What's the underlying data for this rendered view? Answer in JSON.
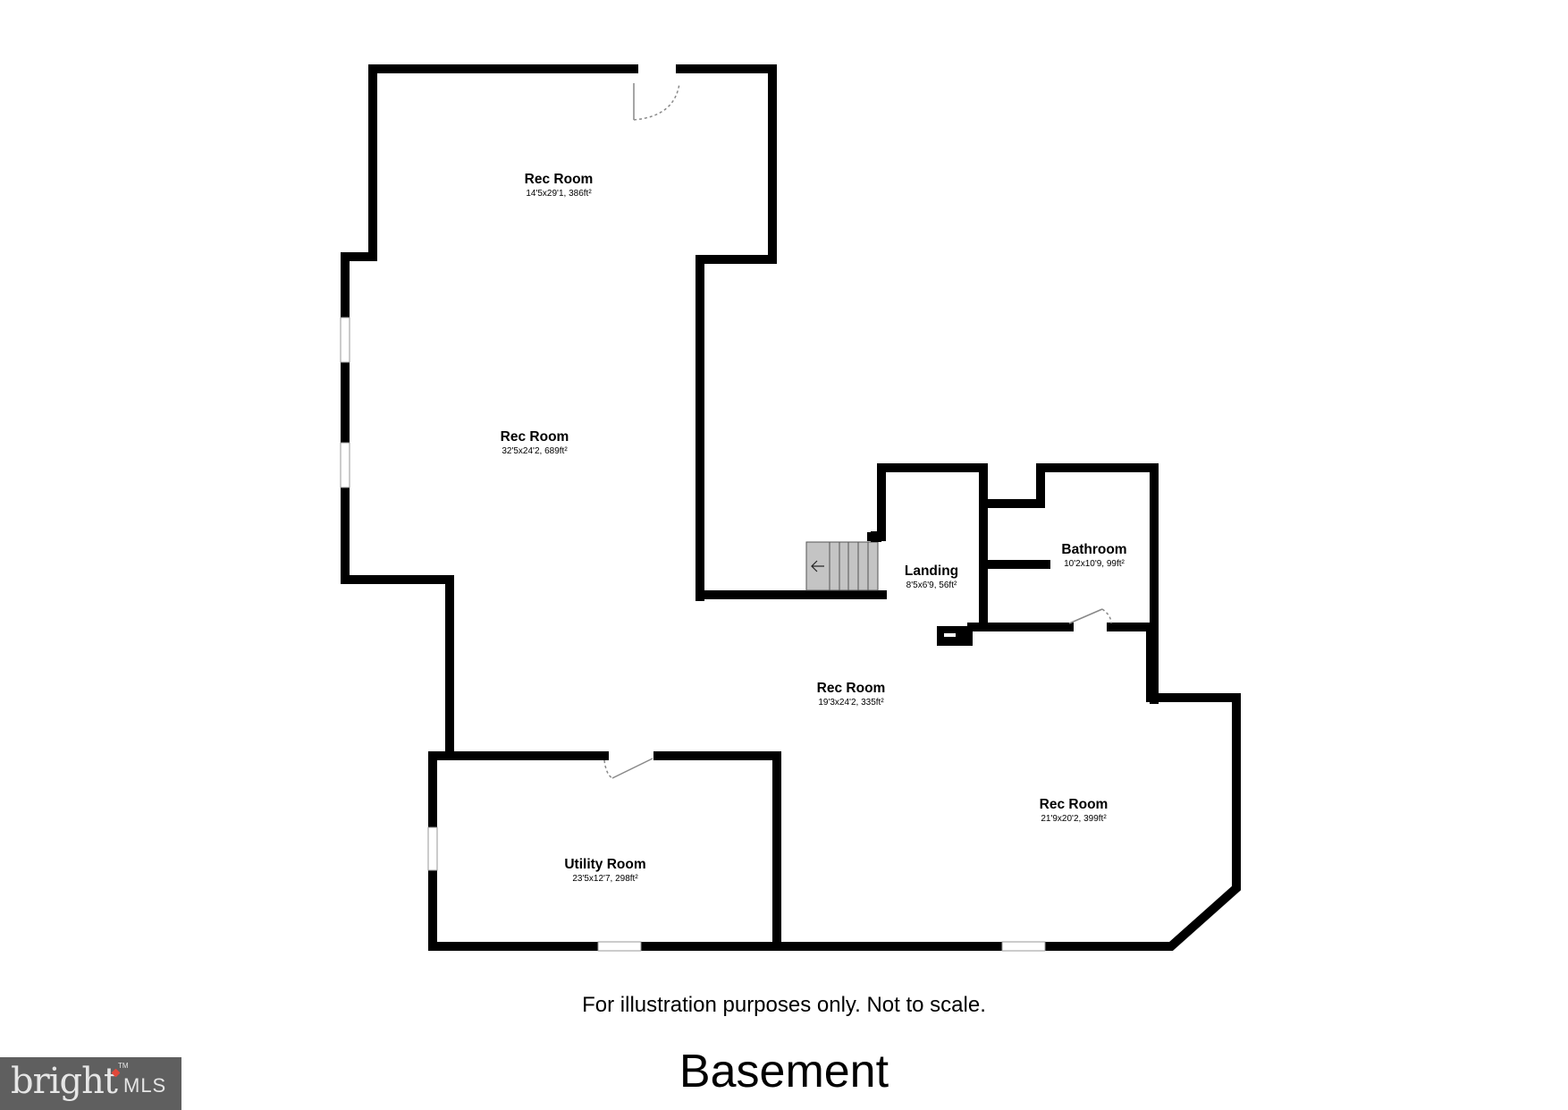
{
  "floor": {
    "title": "Basement",
    "disclaimer": "For illustration purposes only. Not to scale."
  },
  "rooms": [
    {
      "name": "Rec Room",
      "dims": "14'5x29'1, 386ft²"
    },
    {
      "name": "Rec Room",
      "dims": "32'5x24'2, 689ft²"
    },
    {
      "name": "Landing",
      "dims": "8'5x6'9, 56ft²"
    },
    {
      "name": "Bathroom",
      "dims": "10'2x10'9, 99ft²"
    },
    {
      "name": "Rec Room",
      "dims": "19'3x24'2, 335ft²"
    },
    {
      "name": "Rec Room",
      "dims": "21'9x20'2, 399ft²"
    },
    {
      "name": "Utility Room",
      "dims": "23'5x12'7, 298ft²"
    }
  ],
  "stairs": {
    "direction_icon": "arrow-left-icon"
  },
  "logo": {
    "brand": "bright",
    "suffix": "MLS",
    "tm": "TM"
  },
  "colors": {
    "wall": "#000000",
    "stairs": "#c4c4c4",
    "logo_bg": "#5f5f5f",
    "logo_accent": "#e0483a"
  }
}
